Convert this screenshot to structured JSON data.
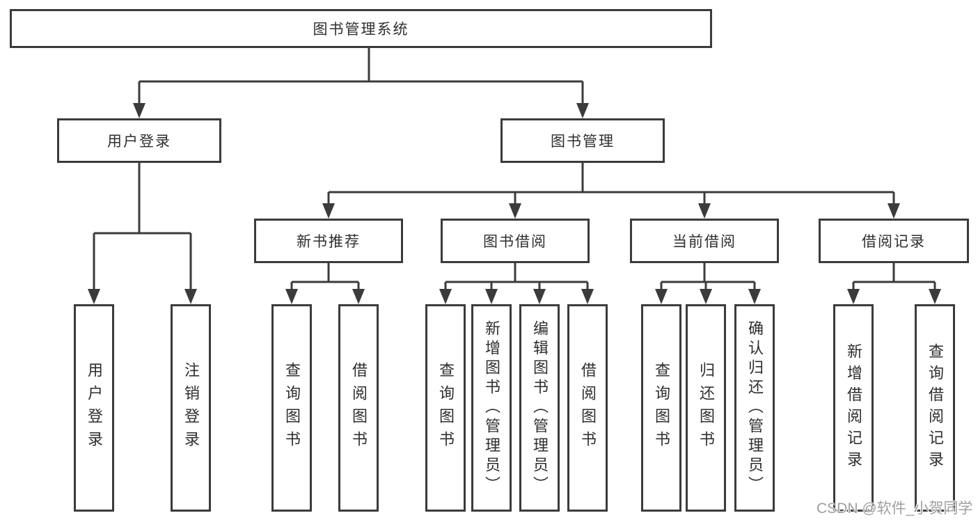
{
  "diagram": {
    "root": {
      "label": "图书管理系统"
    },
    "branches": {
      "user_login": {
        "label": "用户登录",
        "children": [
          {
            "label": "用户登录"
          },
          {
            "label": "注销登录"
          }
        ]
      },
      "book_mgmt": {
        "label": "图书管理",
        "children": [
          {
            "label": "新书推荐",
            "children": [
              {
                "label": "查询图书"
              },
              {
                "label": "借阅图书"
              }
            ]
          },
          {
            "label": "图书借阅",
            "children": [
              {
                "label": "查询图书"
              },
              {
                "label": "新增图书（管理员）"
              },
              {
                "label": "编辑图书（管理员）"
              },
              {
                "label": "借阅图书"
              }
            ]
          },
          {
            "label": "当前借阅",
            "children": [
              {
                "label": "查询图书"
              },
              {
                "label": "归还图书"
              },
              {
                "label": "确认归还（管理员）"
              }
            ]
          },
          {
            "label": "借阅记录",
            "children": [
              {
                "label": "新增借阅记录"
              },
              {
                "label": "查询借阅记录"
              }
            ]
          }
        ]
      }
    }
  },
  "watermark": {
    "text": "CSDN @软件_小贺同学"
  },
  "colors": {
    "line": "#3b3b3b",
    "text": "#2e2e2e",
    "watermark": "#9f9f9f",
    "background": "#ffffff"
  }
}
